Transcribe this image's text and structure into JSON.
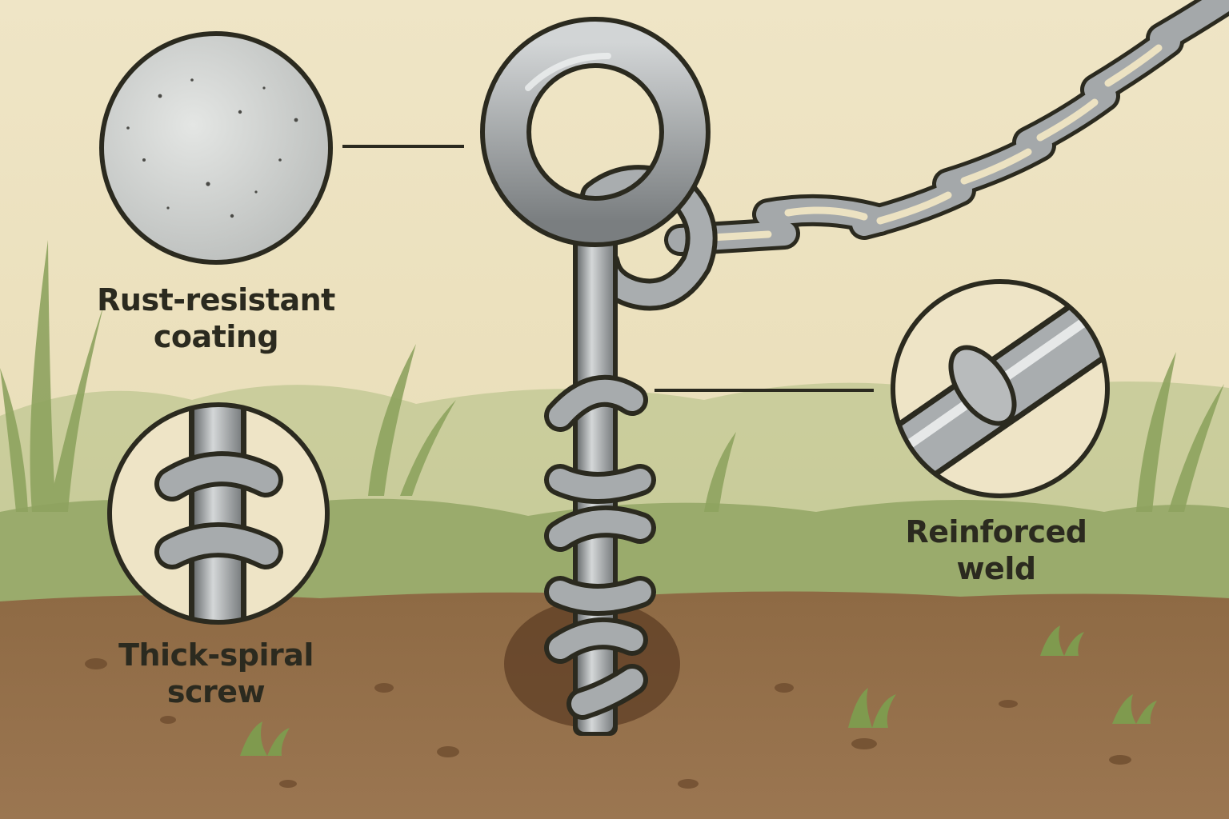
{
  "callouts": {
    "coating": {
      "label": "Rust-resistant\ncoating"
    },
    "screw": {
      "label": "Thick-spiral\nscrew"
    },
    "weld": {
      "label": "Reinforced\nweld"
    }
  },
  "colors": {
    "sky": "#f1e6c8",
    "grass": "#94a868",
    "soil": "#8a6240",
    "metal": "#a4a8aa",
    "outline": "#2b2a1f"
  }
}
